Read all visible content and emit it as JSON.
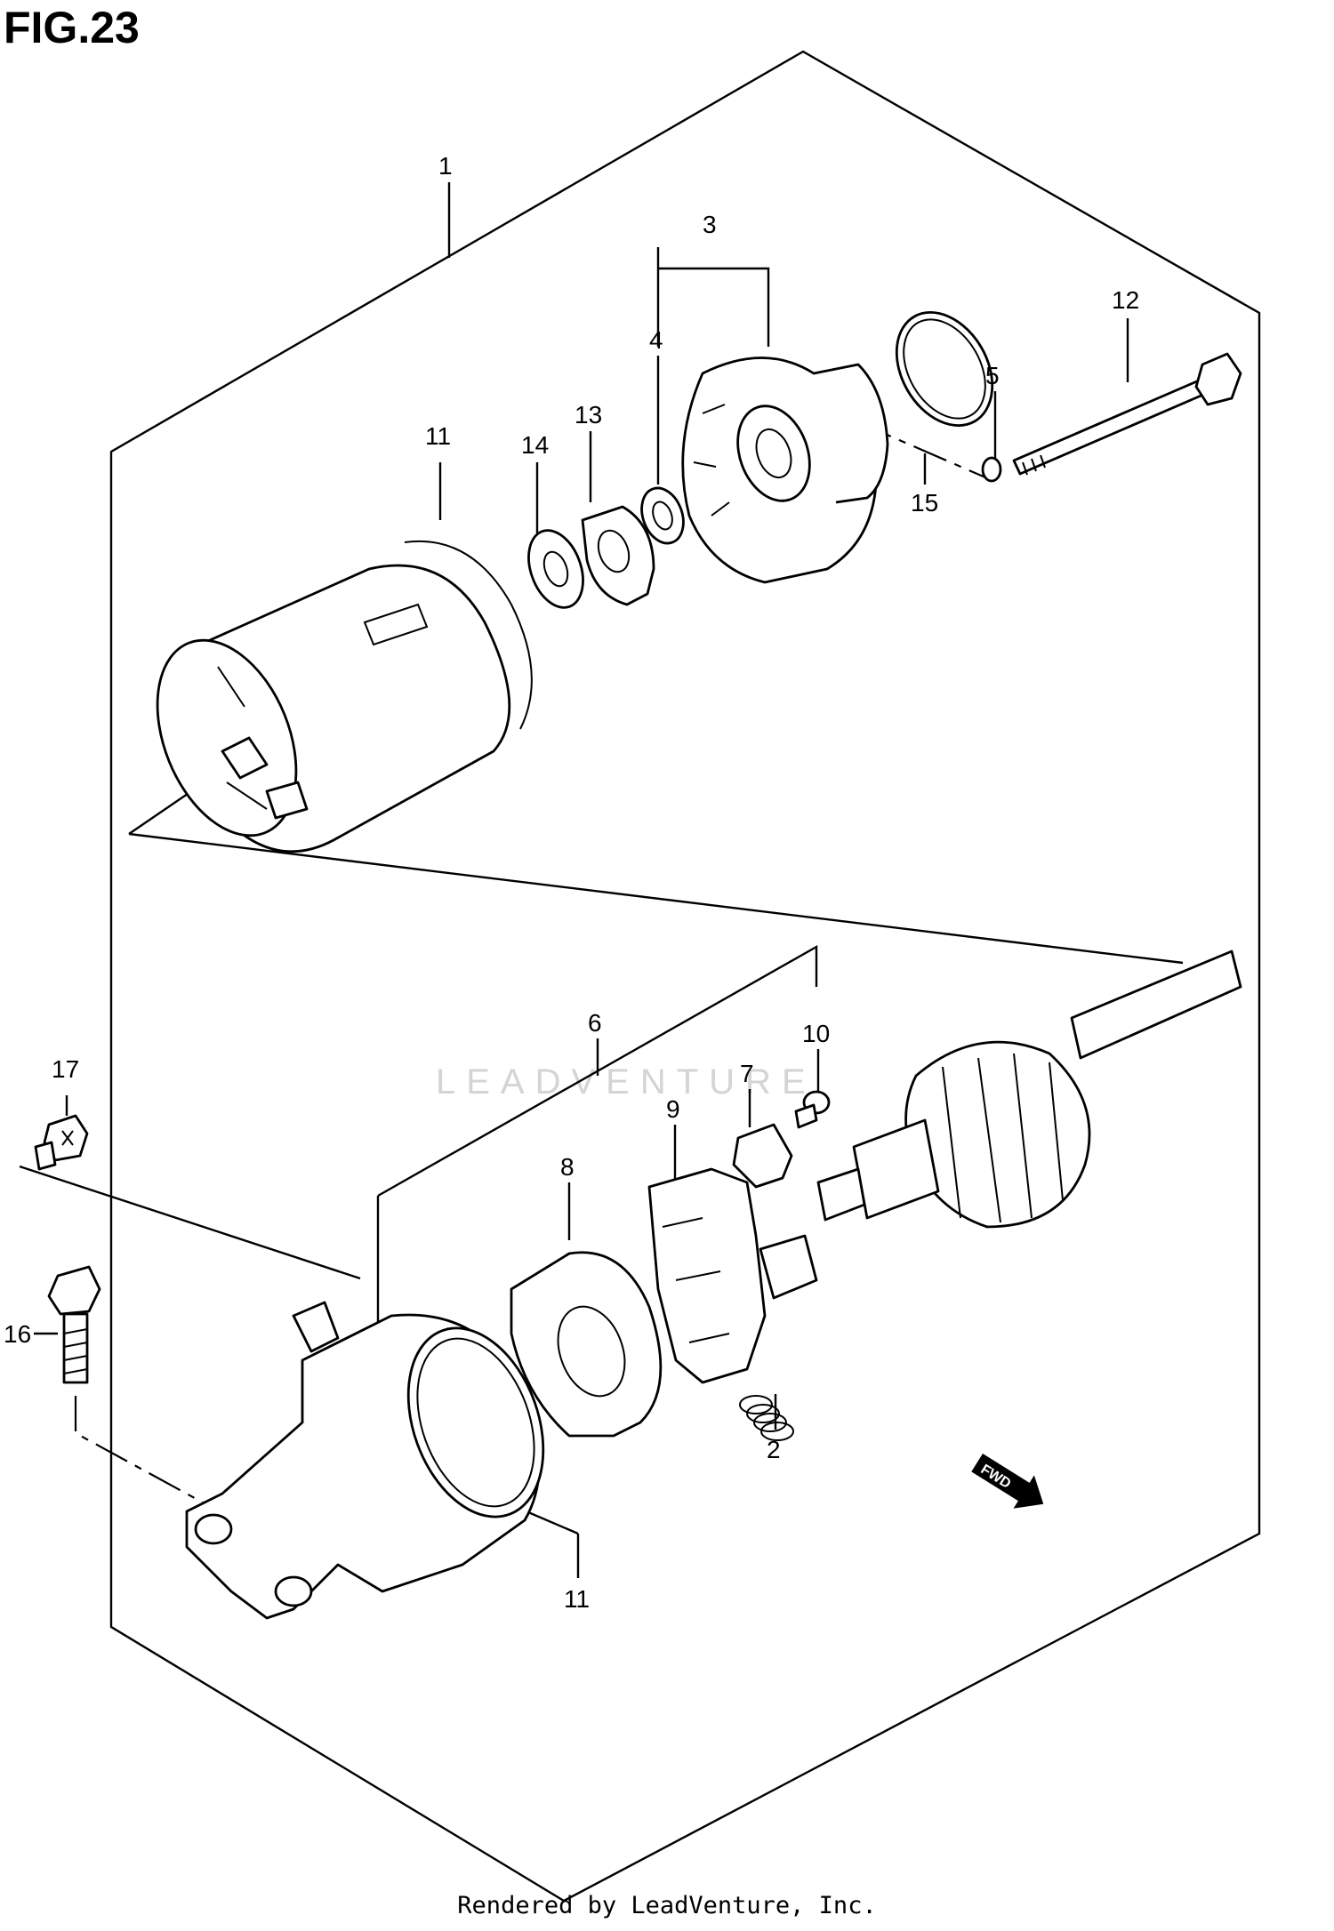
{
  "figure": {
    "title": "FIG.23"
  },
  "callouts": [
    "1",
    "2",
    "3",
    "4",
    "5",
    "6",
    "7",
    "8",
    "9",
    "10",
    "11",
    "11",
    "12",
    "13",
    "14",
    "15",
    "16",
    "17"
  ],
  "badge": {
    "fwd": "FWD"
  },
  "watermark": {
    "text": "LEADVENTURE"
  },
  "footer": {
    "text": "Rendered by LeadVenture, Inc."
  }
}
